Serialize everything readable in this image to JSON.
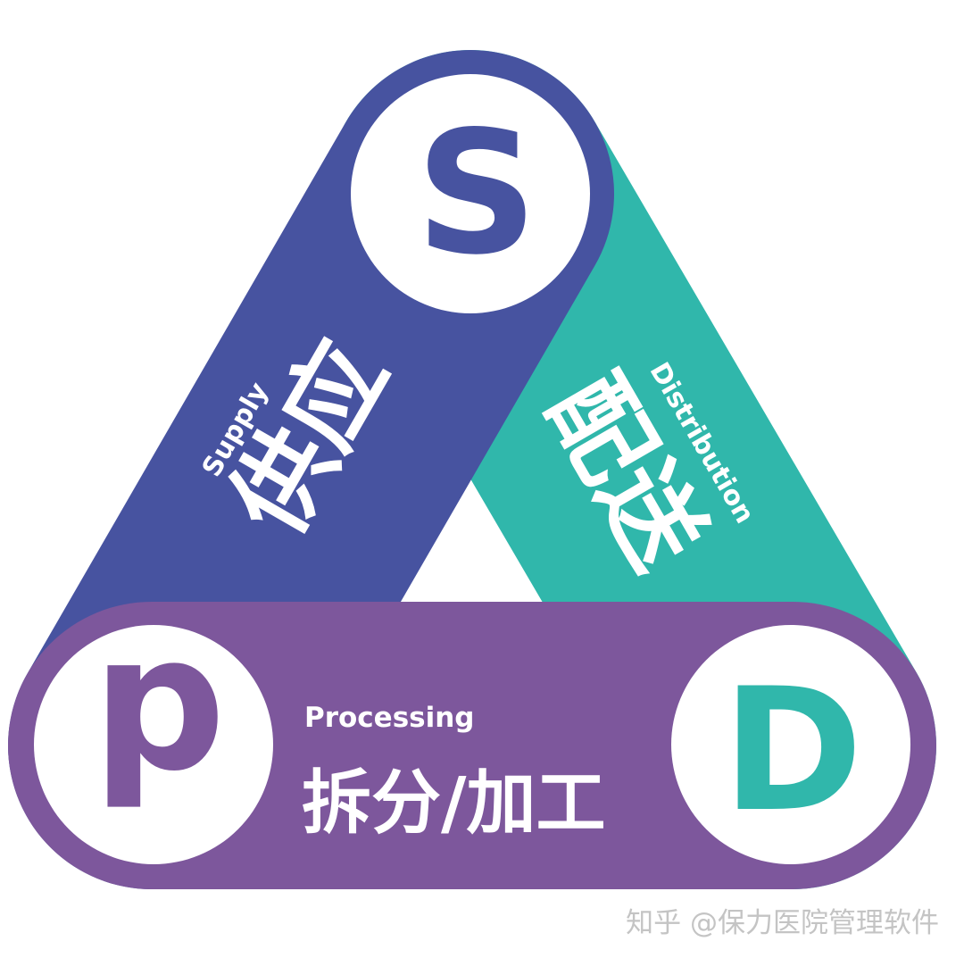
{
  "nodes": {
    "supply": {
      "letter": "S",
      "en": "Supply",
      "zh": "供应",
      "color": "#4753a0"
    },
    "distribution": {
      "letter": "D",
      "en": "Distribution",
      "zh": "配送",
      "color": "#30b7ab"
    },
    "processing": {
      "letter": "p",
      "en": "Processing",
      "zh": "拆分/加工",
      "color": "#7d579c"
    }
  },
  "watermark": "知乎 @保力医院管理软件"
}
